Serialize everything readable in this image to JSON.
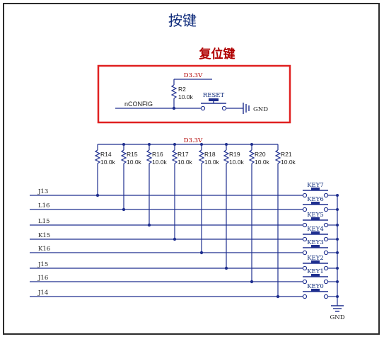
{
  "title": "按键",
  "reset_section": {
    "title": "复位键",
    "power_label": "D3.3V",
    "resistor_name": "R2",
    "resistor_value": "10.0k",
    "signal_label": "nCONFIG",
    "switch_label": "RESET",
    "ground_label": "GND"
  },
  "keys_section": {
    "power_label": "D3.3V",
    "ground_label": "GND",
    "resistors": [
      {
        "name": "R14",
        "value": "10.0k"
      },
      {
        "name": "R15",
        "value": "10.0k"
      },
      {
        "name": "R16",
        "value": "10.0k"
      },
      {
        "name": "R17",
        "value": "10.0k"
      },
      {
        "name": "R18",
        "value": "10.0k"
      },
      {
        "name": "R19",
        "value": "10.0k"
      },
      {
        "name": "R20",
        "value": "10.0k"
      },
      {
        "name": "R21",
        "value": "10.0k"
      }
    ],
    "nets": [
      "J13",
      "L16",
      "L15",
      "K15",
      "K16",
      "J15",
      "J16",
      "J14"
    ],
    "keys": [
      "KEY7",
      "KEY6",
      "KEY5",
      "KEY4",
      "KEY3",
      "KEY2",
      "KEY1",
      "KEY0"
    ]
  },
  "colors": {
    "wire": "#1f2f8f",
    "label_red": "#b00000",
    "box_red": "#e02020",
    "component": "#1f2f8f",
    "text_dark": "#1a1a1a"
  }
}
